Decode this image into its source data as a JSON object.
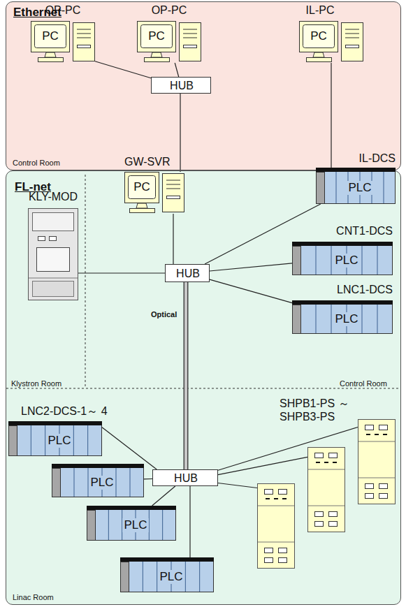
{
  "diagram": {
    "nodes": [
      {
        "text": [
          "Ethernet"
        ]
      },
      {
        "text": [
          "OP-PC",
          "PC"
        ],
        "in": 0
      },
      {
        "text": [
          "OP-PC",
          "PC"
        ],
        "in": 0
      },
      {
        "text": [
          "IL-PC",
          "PC"
        ],
        "in": 0
      },
      {
        "text": [
          "HUB"
        ],
        "in": 0
      },
      {
        "text": [
          "FL-net"
        ]
      },
      {
        "text": [
          "GW-SVR",
          "PC"
        ]
      },
      {
        "text": [
          "IL-DCS",
          "PLC"
        ]
      },
      {
        "text": [
          "KLY-MOD"
        ],
        "in": 5
      },
      {
        "text": [
          "HUB"
        ],
        "in": 5
      },
      {
        "text": [
          "CNT1-DCS",
          "PLC"
        ],
        "in": 5
      },
      {
        "text": [
          "LNC1-DCS",
          "PLC"
        ],
        "in": 5
      },
      {
        "text": [
          "LNC2-DCS-1～ 4",
          "PLC"
        ],
        "in": 5
      },
      {
        "text": [
          "PLC"
        ],
        "in": 5
      },
      {
        "text": [
          "PLC"
        ],
        "in": 5
      },
      {
        "text": [
          "PLC"
        ],
        "in": 5
      },
      {
        "text": [
          "HUB"
        ],
        "in": 5
      },
      {
        "text": [
          "SHPB1-PS ～ SHPB3-PS"
        ],
        "in": 5
      },
      {
        "text": [],
        "in": 5
      },
      {
        "text": [],
        "in": 5
      }
    ],
    "edges": [
      {
        "from": 1,
        "to": 4,
        "arrow": "none"
      },
      {
        "from": 2,
        "to": 4,
        "arrow": "none"
      },
      {
        "from": 4,
        "to": 6,
        "arrow": "none"
      },
      {
        "from": 3,
        "to": 7,
        "arrow": "none"
      },
      {
        "from": 6,
        "to": 9,
        "arrow": "none"
      },
      {
        "from": 9,
        "to": 7,
        "arrow": "none"
      },
      {
        "from": 9,
        "to": 8,
        "arrow": "none"
      },
      {
        "from": 9,
        "to": 10,
        "arrow": "none"
      },
      {
        "from": 9,
        "to": 11,
        "arrow": "none"
      },
      {
        "from": 9,
        "to": 16,
        "arrow": "none"
      },
      {
        "from": 16,
        "to": 12,
        "arrow": "none"
      },
      {
        "from": 16,
        "to": 13,
        "arrow": "none"
      },
      {
        "from": 16,
        "to": 14,
        "arrow": "none"
      },
      {
        "from": 16,
        "to": 15,
        "arrow": "none"
      },
      {
        "from": 16,
        "to": 17,
        "arrow": "none"
      },
      {
        "from": 16,
        "to": 18,
        "arrow": "none"
      },
      {
        "from": 16,
        "to": 19,
        "arrow": "none"
      }
    ],
    "labels": [
      "Control Room",
      "Klystron Room",
      "Optical",
      "Control Room",
      "Linac Room"
    ]
  }
}
